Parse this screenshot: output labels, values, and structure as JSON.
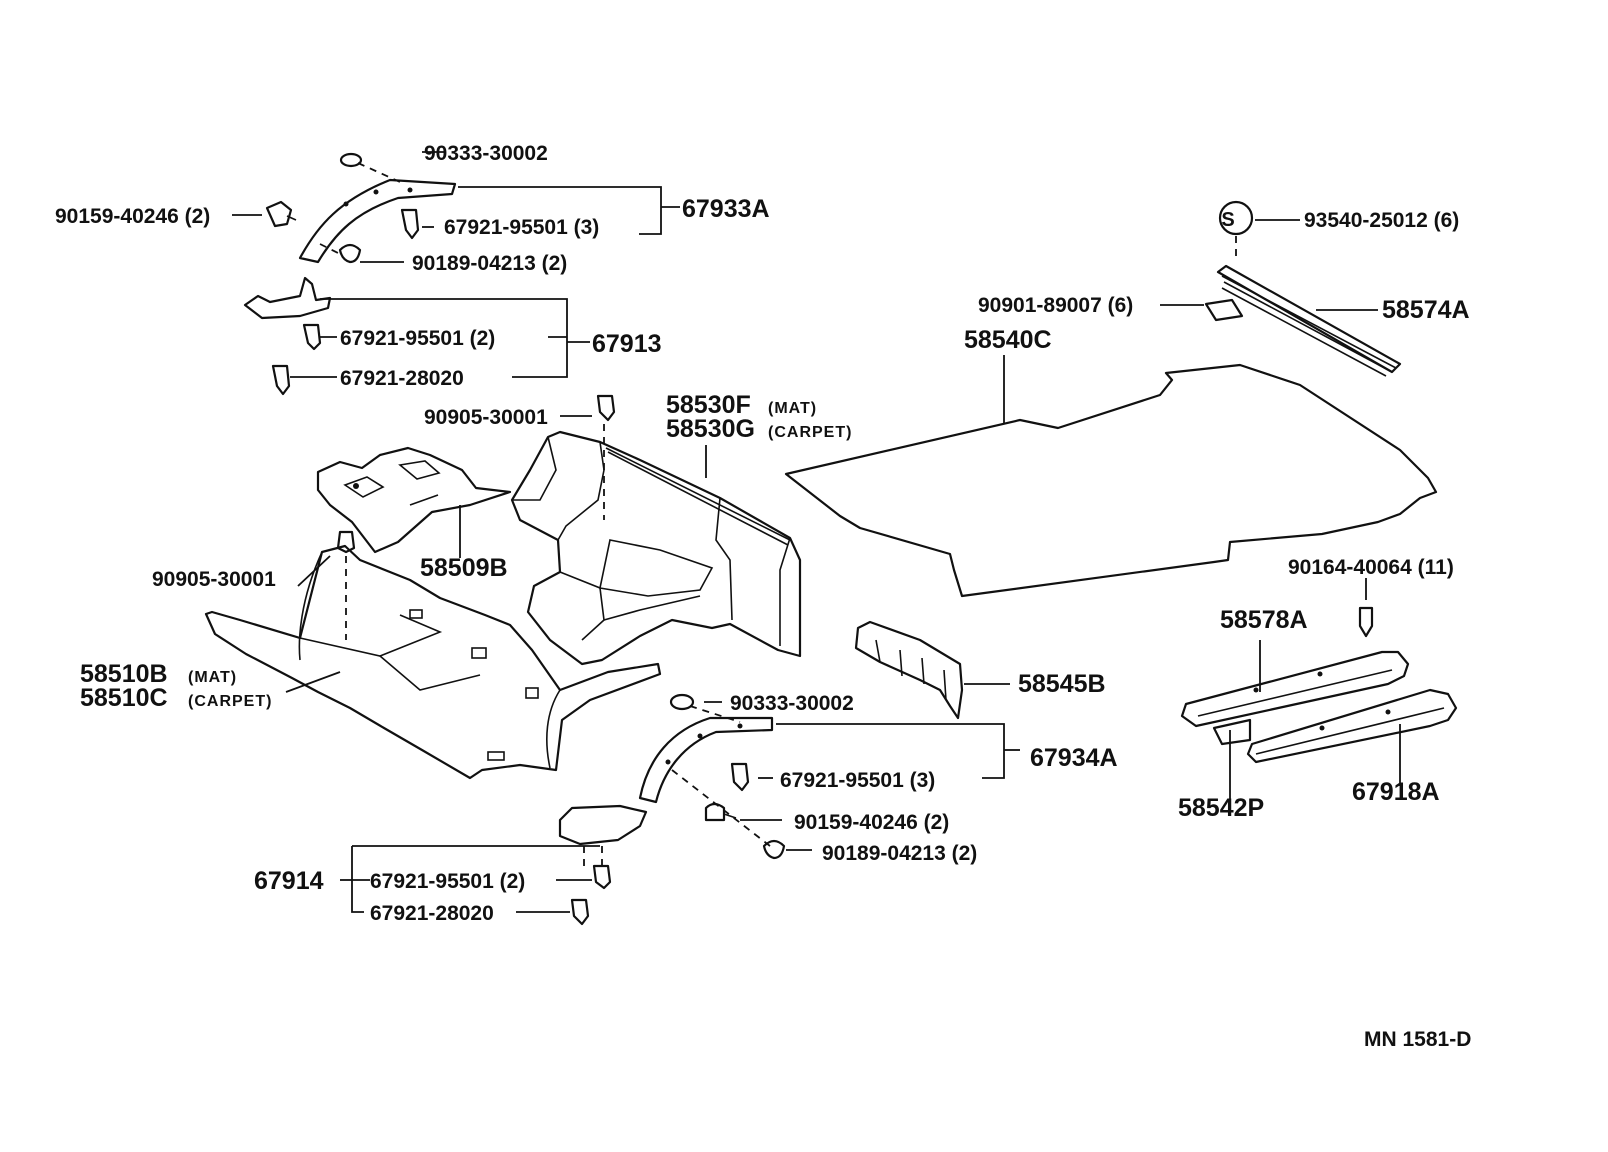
{
  "labels": {
    "p90333_30002_a": "90333-30002",
    "p90159_40246_a": "90159-40246 (2)",
    "p67921_95501_3a": "67921-95501 (3)",
    "p67933A": "67933A",
    "p90189_04213_a": "90189-04213 (2)",
    "p67921_95501_2a": "67921-95501 (2)",
    "p67913": "67913",
    "p67921_28020_a": "67921-28020",
    "p90905_30001_a": "90905-30001",
    "p58530F": "58530F",
    "p58530F_sub": "(MAT)",
    "p58530G": "58530G",
    "p58530G_sub": "(CARPET)",
    "p58509B": "58509B",
    "p90905_30001_b": "90905-30001",
    "p58510B": "58510B",
    "p58510B_sub": "(MAT)",
    "p58510C": "58510C",
    "p58510C_sub": "(CARPET)",
    "p93540_25012": "93540-25012 (6)",
    "p90901_89007": "90901-89007 (6)",
    "p58574A": "58574A",
    "p58540C": "58540C",
    "p90164_40064": "90164-40064 (11)",
    "p58578A": "58578A",
    "p58545B": "58545B",
    "p90333_30002_b": "90333-30002",
    "p67934A": "67934A",
    "p67921_95501_3b": "67921-95501 (3)",
    "p90159_40246_b": "90159-40246 (2)",
    "p90189_04213_b": "90189-04213 (2)",
    "p67914": "67914",
    "p67921_95501_2b": "67921-95501 (2)",
    "p67921_28020_b": "67921-28020",
    "p58542P": "58542P",
    "p67918A": "67918A",
    "s_symbol": "S"
  },
  "footer": {
    "code": "MN 1581-D"
  }
}
